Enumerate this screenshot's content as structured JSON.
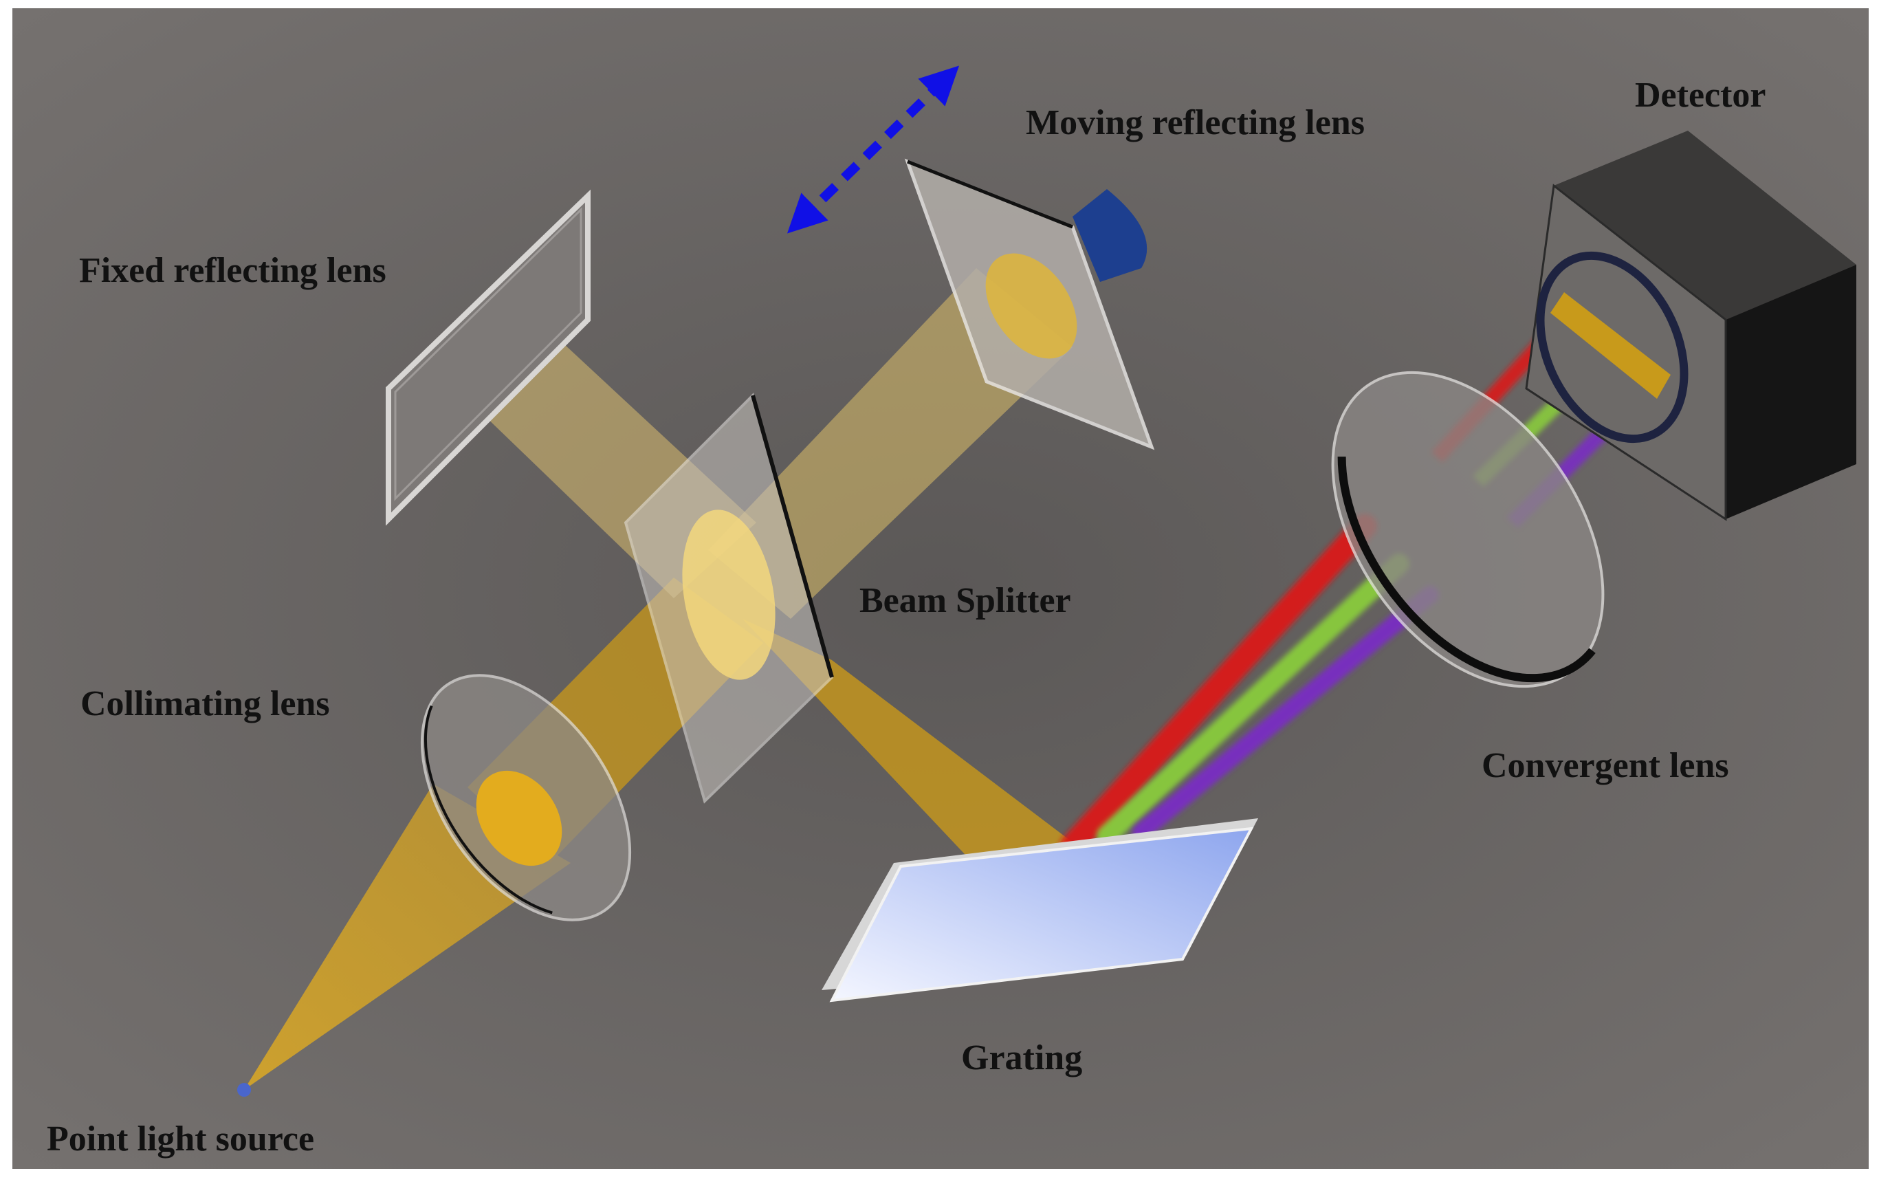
{
  "labels": {
    "detector": "Detector",
    "moving_reflecting_lens": "Moving reflecting lens",
    "fixed_reflecting_lens": "Fixed reflecting lens",
    "beam_splitter": "Beam Splitter",
    "collimating_lens": "Collimating lens",
    "convergent_lens": "Convergent lens",
    "grating": "Grating",
    "point_light_source": "Point light source"
  },
  "colors": {
    "background": "#6f6b69",
    "light_beam": "#d9a520",
    "red_ray": "#e01818",
    "green_ray": "#8bd13a",
    "violet_ray": "#7a2bc8",
    "motion_arrow": "#1010e6",
    "grating_fill": "#a9bdf2",
    "detector_body": "#2b2b2b"
  }
}
